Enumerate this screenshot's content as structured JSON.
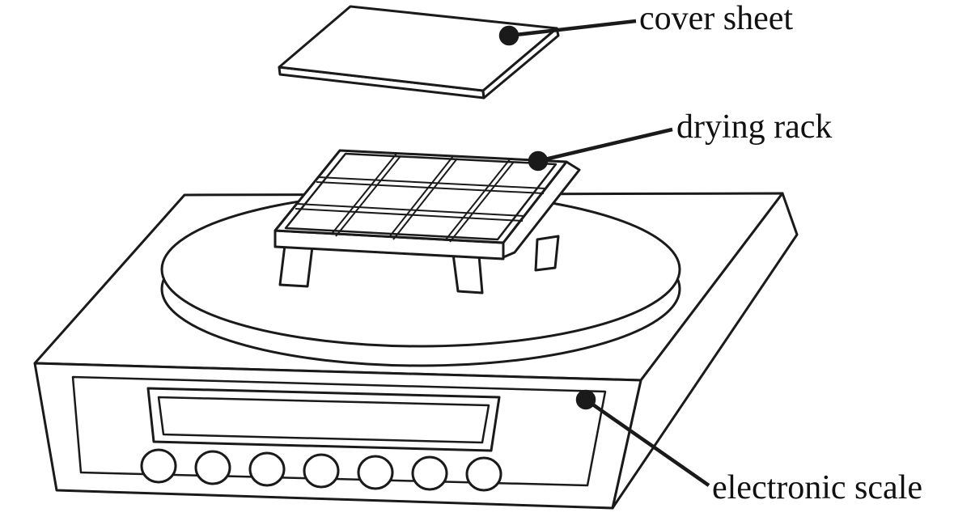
{
  "diagram": {
    "background_color": "#ffffff",
    "line_color": "#1a1a1a",
    "annotations": {
      "cover_sheet": {
        "label": "cover sheet"
      },
      "drying_rack": {
        "label": "drying rack"
      },
      "electronic_scale": {
        "label": "electronic scale"
      }
    }
  }
}
